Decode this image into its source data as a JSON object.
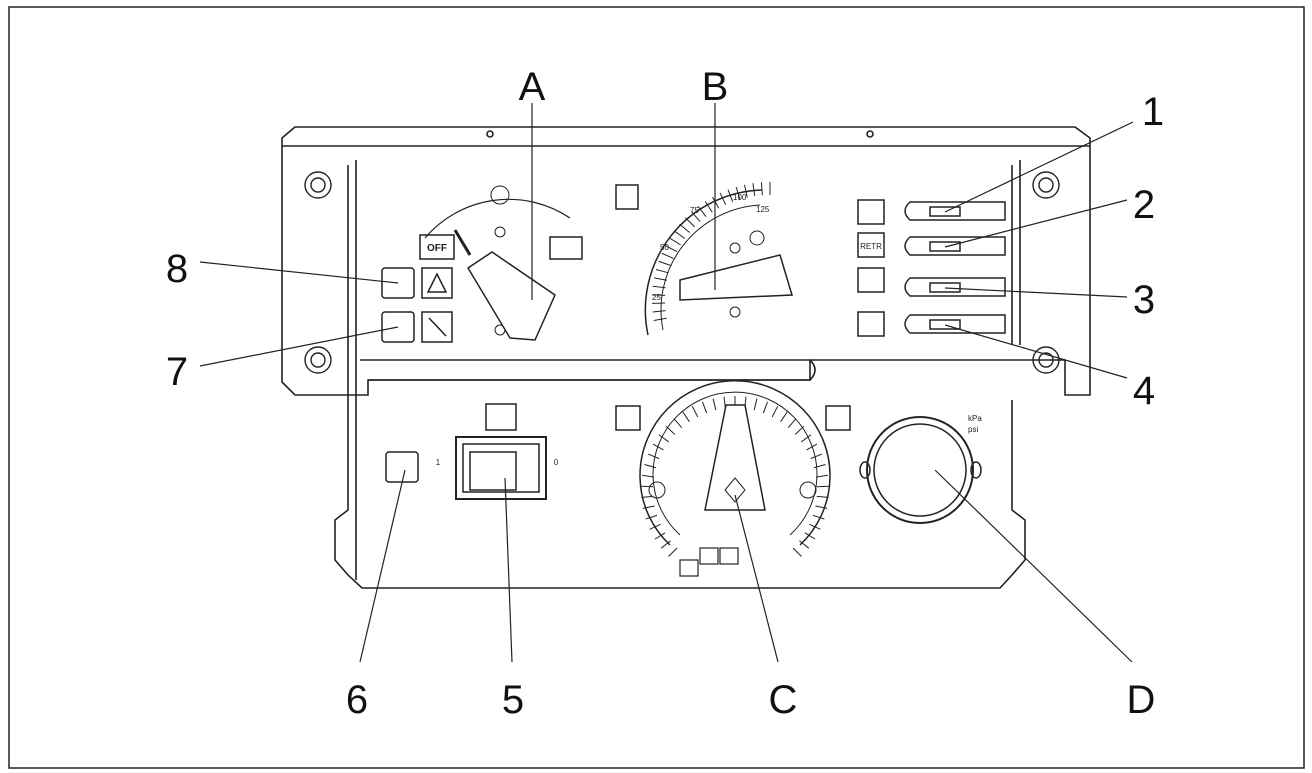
{
  "callouts": {
    "A": "A",
    "B": "B",
    "C": "C",
    "D": "D",
    "n1": "1",
    "n2": "2",
    "n3": "3",
    "n4": "4",
    "n5": "5",
    "n6": "6",
    "n7": "7",
    "n8": "8"
  },
  "switch_a": {
    "off_label": "OFF"
  },
  "dial_b": {
    "scale": [
      "25",
      "50",
      "75",
      "100",
      "125"
    ]
  },
  "indicators": {
    "retr_label": "RETR"
  },
  "rocker_5": {
    "left_label": "1",
    "right_label": "0"
  },
  "gauge_d": {
    "unit_top": "kPa",
    "unit_bottom": "psi"
  }
}
